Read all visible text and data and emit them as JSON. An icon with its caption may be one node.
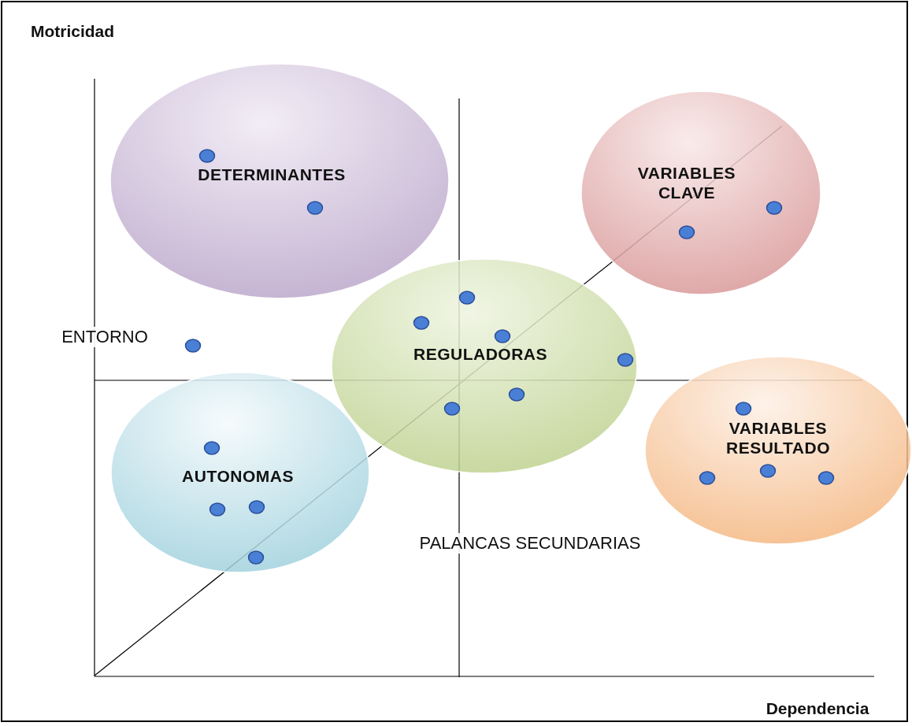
{
  "diagram": {
    "nodes": [
      {
        "text": [
          "DETERMINANTES"
        ]
      },
      {
        "text": [
          "VARIABLES CLAVE"
        ]
      },
      {
        "text": [
          "REGULADORAS"
        ]
      },
      {
        "text": [
          "AUTONOMAS"
        ]
      },
      {
        "text": [
          "VARIABLES RESULTADO"
        ]
      }
    ],
    "labels": [
      "Motricidad",
      "ENTORNO",
      "PALANCAS SECUNDARIAS",
      "Dependencia"
    ]
  }
}
